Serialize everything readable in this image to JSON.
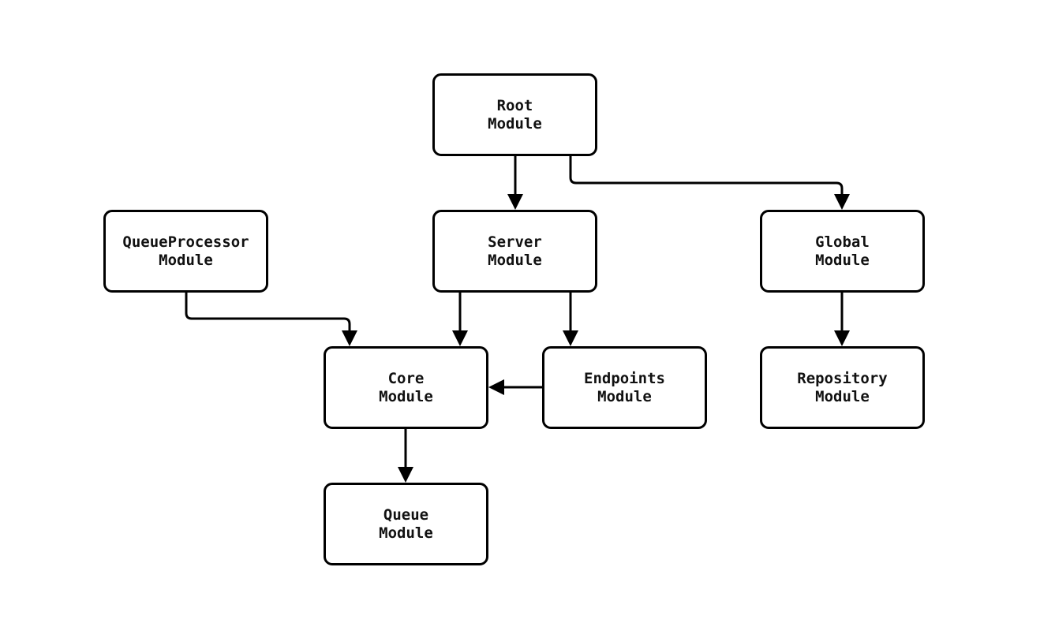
{
  "diagram": {
    "type": "module-dependency-graph",
    "colors": {
      "background": "#ffffff",
      "node_fill": "#ffffff",
      "node_stroke": "#000000",
      "edge_stroke": "#000000",
      "text": "#111111"
    },
    "nodes": [
      {
        "id": "root",
        "label": "Root Module",
        "lines": [
          "Root",
          "Module"
        ]
      },
      {
        "id": "queueprocessor",
        "label": "QueueProcessor Module",
        "lines": [
          "QueueProcessor",
          "Module"
        ]
      },
      {
        "id": "server",
        "label": "Server Module",
        "lines": [
          "Server",
          "Module"
        ]
      },
      {
        "id": "global",
        "label": "Global Module",
        "lines": [
          "Global",
          "Module"
        ]
      },
      {
        "id": "core",
        "label": "Core Module",
        "lines": [
          "Core",
          "Module"
        ]
      },
      {
        "id": "endpoints",
        "label": "Endpoints Module",
        "lines": [
          "Endpoints",
          "Module"
        ]
      },
      {
        "id": "repository",
        "label": "Repository Module",
        "lines": [
          "Repository",
          "Module"
        ]
      },
      {
        "id": "queue",
        "label": "Queue Module",
        "lines": [
          "Queue",
          "Module"
        ]
      }
    ],
    "edges": [
      {
        "from": "root",
        "to": "server"
      },
      {
        "from": "root",
        "to": "global"
      },
      {
        "from": "server",
        "to": "core"
      },
      {
        "from": "server",
        "to": "endpoints"
      },
      {
        "from": "queueprocessor",
        "to": "core"
      },
      {
        "from": "endpoints",
        "to": "core"
      },
      {
        "from": "global",
        "to": "repository"
      },
      {
        "from": "core",
        "to": "queue"
      }
    ]
  }
}
